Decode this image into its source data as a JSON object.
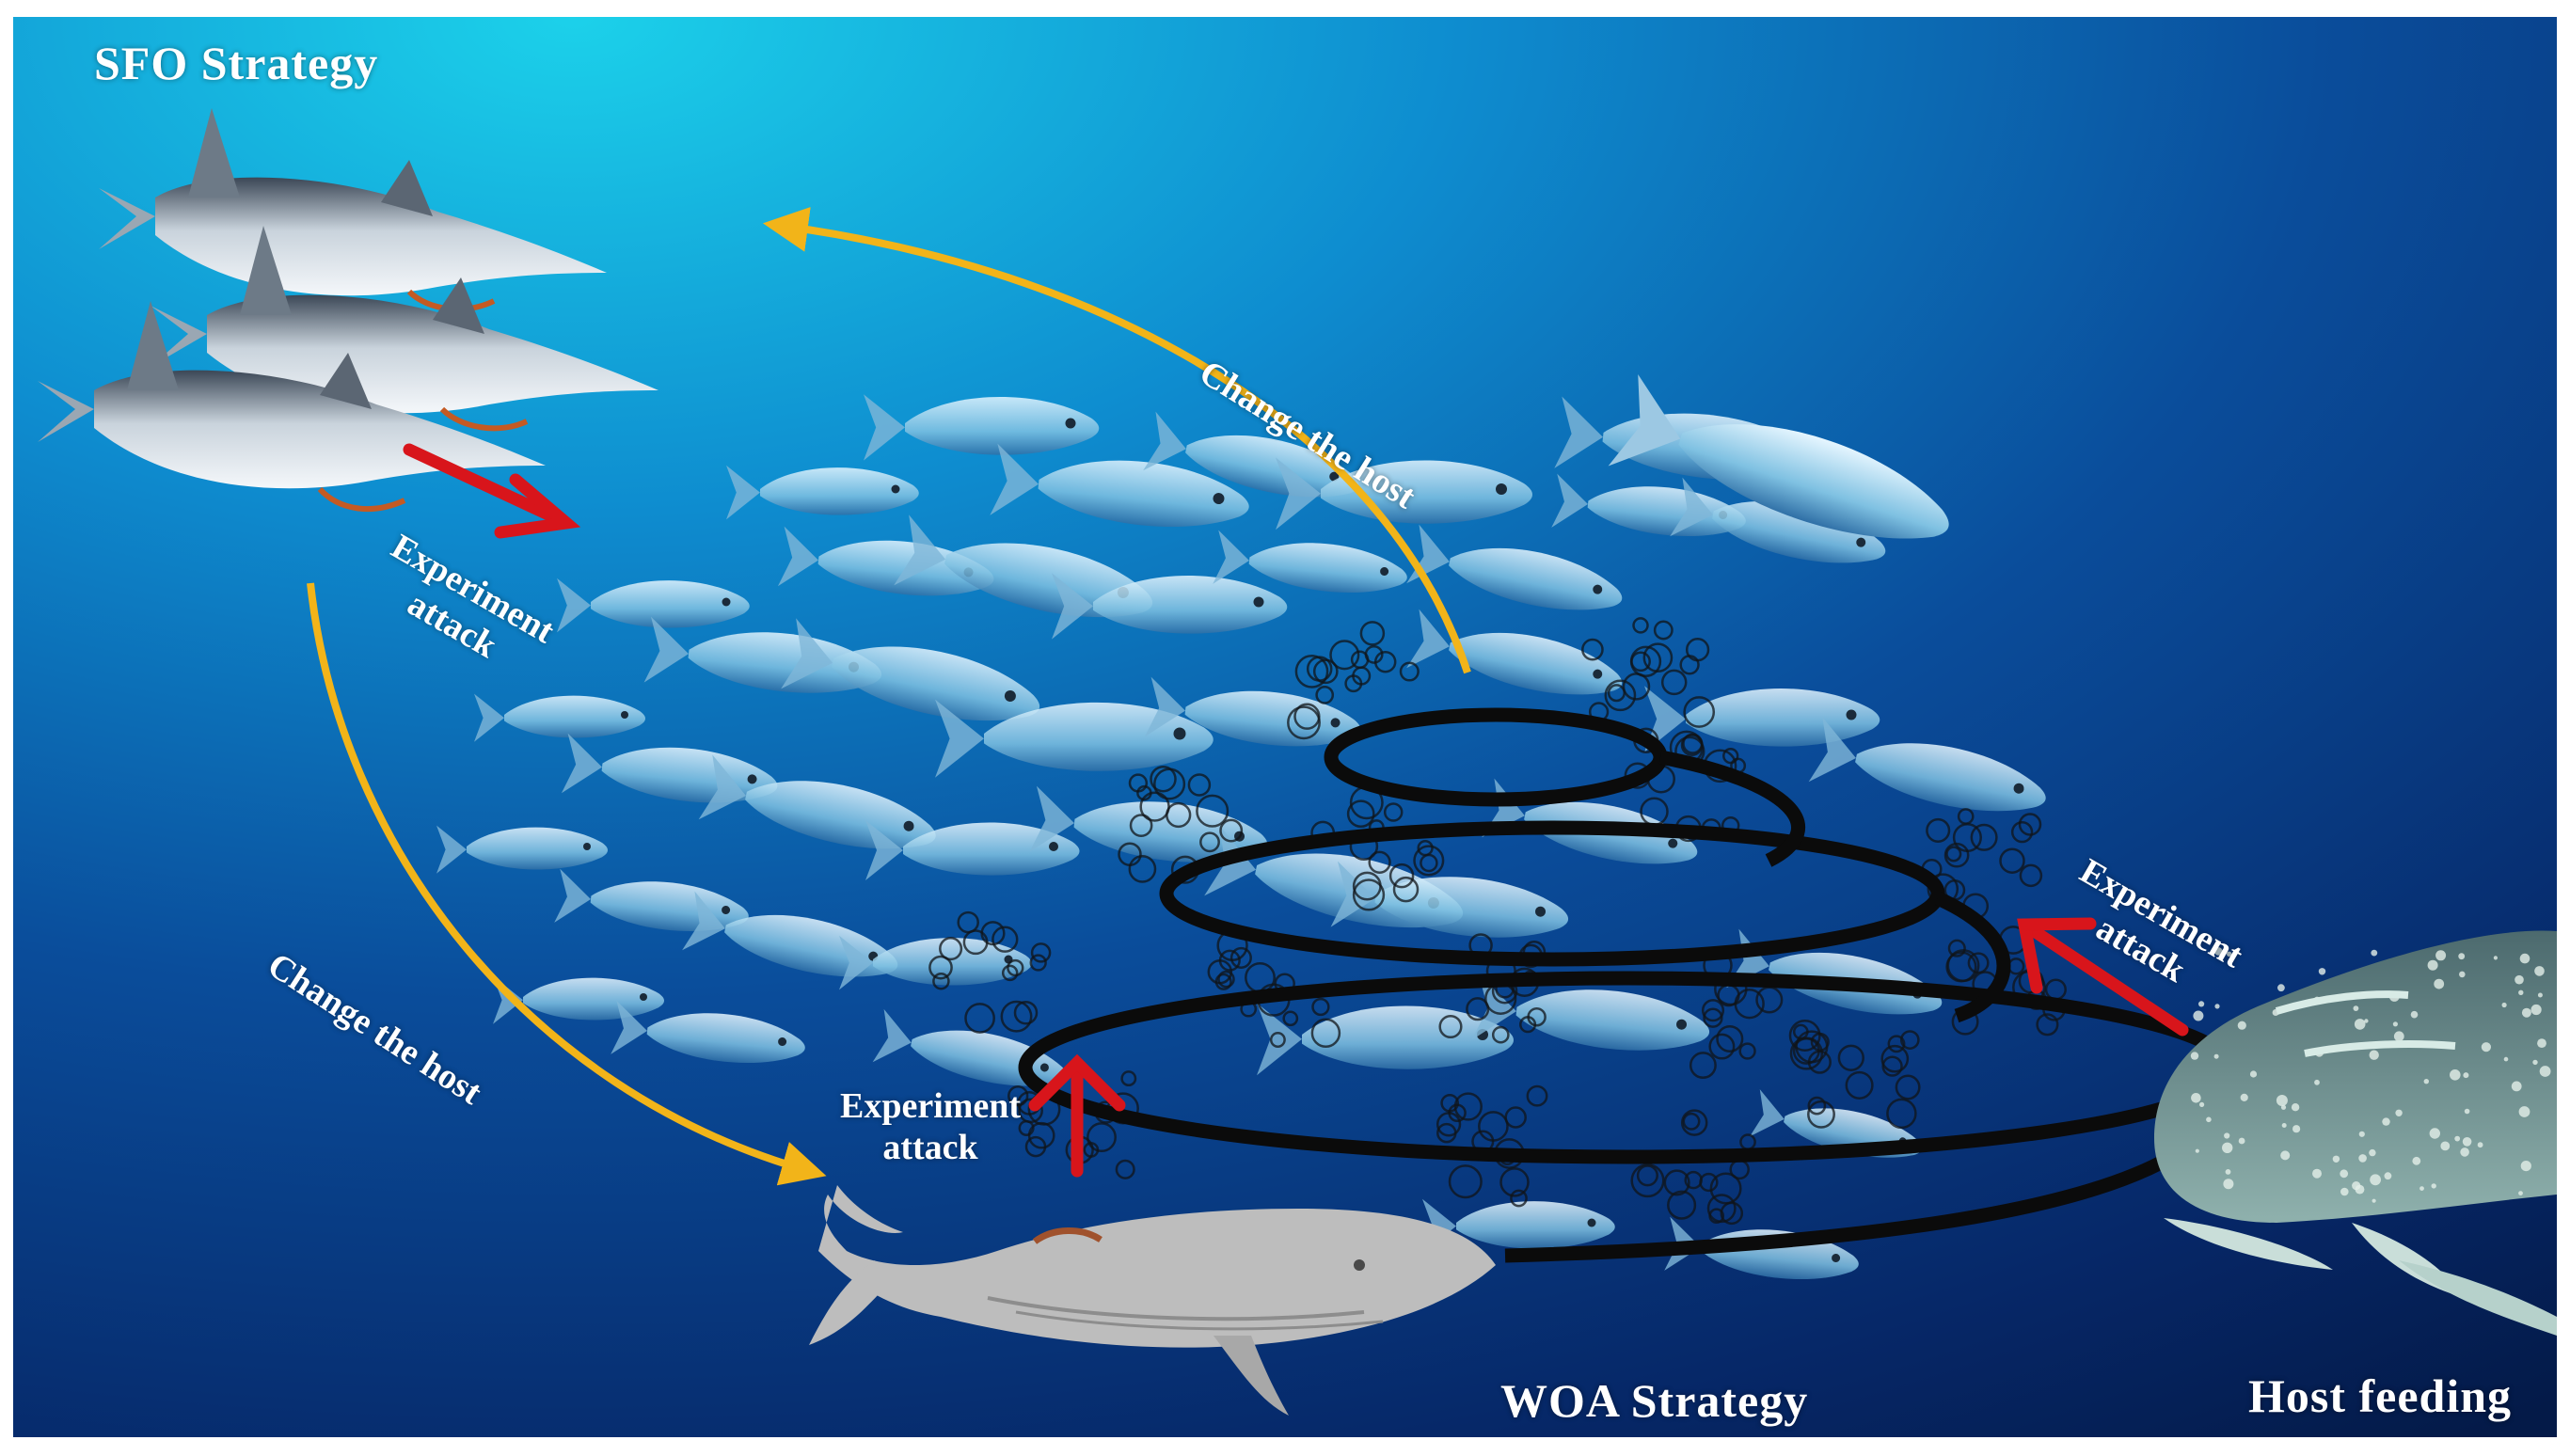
{
  "labels": {
    "sfo_strategy": "SFO Strategy",
    "woa_strategy": "WOA Strategy",
    "host_feeding": "Host feeding",
    "change_host_top": "Change the host",
    "change_host_left": "Change the host",
    "experiment_attack_left": {
      "line1": "Experiment",
      "line2": "attack"
    },
    "experiment_attack_center": {
      "line1": "Experiment",
      "line2": "attack"
    },
    "experiment_attack_right": {
      "line1": "Experiment",
      "line2": "attack"
    }
  },
  "colors": {
    "ocean_light": "#19c9e6",
    "ocean_mid": "#0a5aa8",
    "ocean_deep": "#04173f",
    "change_host_arrow": "#f2b419",
    "attack_arrow": "#d8151b",
    "spiral": "#0b0b0b",
    "whale": "#b9b9b9",
    "fish": "#cfe8f5"
  },
  "icons": {
    "swordfish": "swordfish-icon",
    "humpback_whale": "whale-icon",
    "whale_shark": "whale-shark-icon",
    "fish_school": "fish-icon",
    "bubble_net": "bubble-spiral-icon"
  }
}
